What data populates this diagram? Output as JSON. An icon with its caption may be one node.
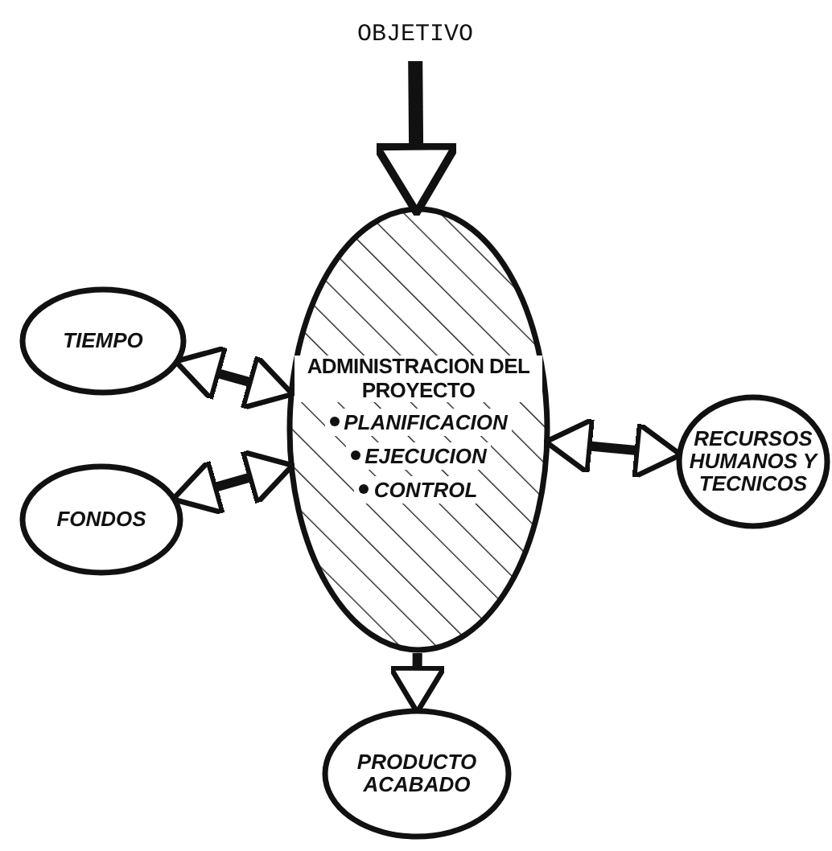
{
  "diagram": {
    "nodes": [
      {
        "text": [
          "OBJETIVO"
        ]
      },
      {
        "text": [
          "ADMINISTRACION DEL PROYECTO",
          "PLANIFICACION",
          "EJECUCION",
          "CONTROL"
        ]
      },
      {
        "text": [
          "TIEMPO"
        ]
      },
      {
        "text": [
          "FONDOS"
        ]
      },
      {
        "text": [
          "RECURSOS HUMANOS Y TECNICOS"
        ]
      },
      {
        "text": [
          "PRODUCTO ACABADO"
        ]
      }
    ],
    "edges": [
      {
        "from": 0,
        "to": 1,
        "arrow": "to"
      },
      {
        "from": 2,
        "to": 1,
        "arrow": "both"
      },
      {
        "from": 3,
        "to": 1,
        "arrow": "both"
      },
      {
        "from": 4,
        "to": 1,
        "arrow": "both"
      },
      {
        "from": 1,
        "to": 5,
        "arrow": "to"
      }
    ]
  }
}
